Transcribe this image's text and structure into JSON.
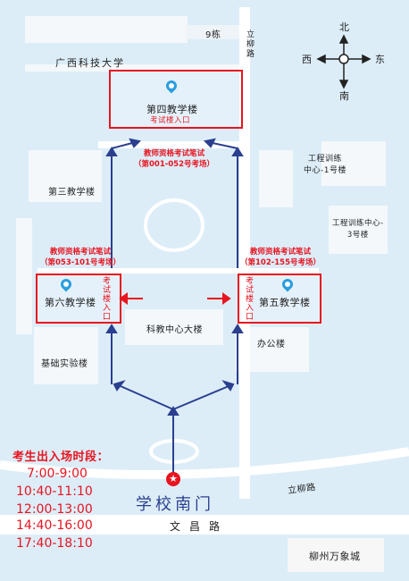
{
  "roads": {
    "north_building": "9栋",
    "liliu_road_north": "立柳路",
    "liliu_road_south": "立柳路",
    "wenchang_road": "文昌路"
  },
  "campus": {
    "university_name": "广西科技大学",
    "south_gate": "学校南门"
  },
  "compass": {
    "north": "北",
    "south": "南",
    "west": "西",
    "east": "东"
  },
  "buildings": {
    "fourth": "第四教学楼",
    "fourth_entrance": "考试楼入口",
    "third": "第三教学楼",
    "sixth": "第六教学楼",
    "fifth": "第五教学楼",
    "science_center": "科教中心大楼",
    "lab": "基础实验楼",
    "office": "办公楼",
    "training_1": "工程训练中心-1号楼",
    "training_1_line1": "工程训练",
    "training_1_line2": "中心-1号楼",
    "training_3_line1": "工程训练中心-",
    "training_3_line2": "3号楼",
    "mall": "柳州万象城"
  },
  "exam_notes": {
    "north_title": "教师资格考试笔试",
    "north_rooms": "（第001-052号考场）",
    "west_title": "教师资格考试笔试",
    "west_rooms": "（第053-101号考场）",
    "east_title": "教师资格考试笔试",
    "east_rooms": "（第102-155号考场）",
    "west_entrance": "考试楼入口",
    "east_entrance": "考试楼入口"
  },
  "schedule": {
    "title": "考生出入场时段：",
    "times": [
      "7:00-9:00",
      "10:40-11:10",
      "12:00-13:00",
      "14:40-16:00",
      "17:40-18:10"
    ]
  },
  "colors": {
    "background": "#dcedf8",
    "block": "#f4f8fb",
    "road": "#ffffff",
    "highlight": "#e8141f",
    "arrow": "#2b3f8f",
    "pin": "#2a9ee0"
  },
  "icons": [
    "location-pin-icon",
    "star-marker-icon",
    "compass-icon"
  ]
}
